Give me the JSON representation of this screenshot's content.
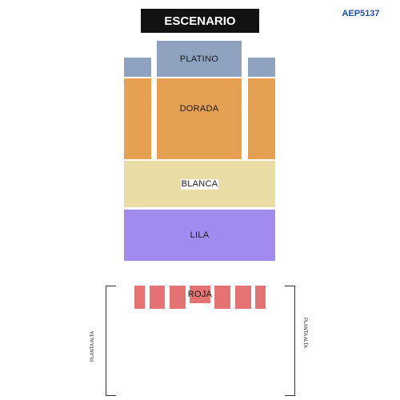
{
  "stage_label": "ESCENARIO",
  "event_code": "AEP5137",
  "zones": {
    "platino": {
      "label": "PLATINO",
      "color": "#8fa3c0"
    },
    "dorada": {
      "label": "DORADA",
      "color": "#e6a052"
    },
    "blanca": {
      "label": "BLANCA",
      "color": "#e9dca4"
    },
    "lila": {
      "label": "LILA",
      "color": "#a28bef"
    },
    "roja": {
      "label": "ROJA",
      "color": "#e57373"
    }
  },
  "side_labels": {
    "left": "PLANTA ALTA",
    "right": "PLANTA ALTA"
  },
  "stage_color": "#121212",
  "code_color": "#1e4fa8"
}
